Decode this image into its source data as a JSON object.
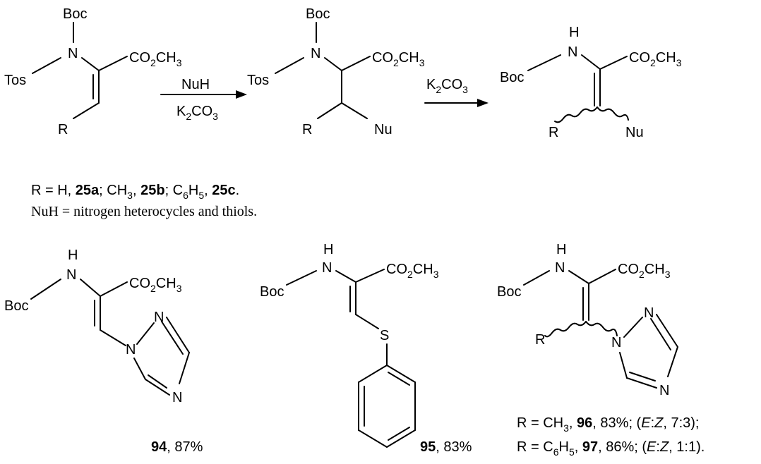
{
  "labels": {
    "boc": "Boc",
    "n": "N",
    "h": "H",
    "tos": "Tos",
    "r": "R",
    "nu": "Nu",
    "s": "S",
    "co2ch3": {
      "a": "CO",
      "s1": "2",
      "b": "CH",
      "s2": "3"
    },
    "k2co3": {
      "a": "K",
      "s1": "2",
      "b": "CO",
      "s2": "3"
    },
    "nuh": "NuH"
  },
  "scheme": {
    "arrow1_top": "NuH",
    "arrow2_top": "K2CO3"
  },
  "definitions": {
    "r_line": {
      "prefix": "R = H, ",
      "c1": "25a",
      "sep1": "; CH",
      "sub1": "3",
      "sep2": ", ",
      "c2": "25b",
      "sep3": "; C",
      "sub2": "6",
      "mid": "H",
      "sub3": "5",
      "sep4": ", ",
      "c3": "25c",
      "end": "."
    },
    "nuh_line": "NuH = nitrogen heterocycles and thiols."
  },
  "products": {
    "p94": {
      "num": "94",
      "yield": ", 87%"
    },
    "p95": {
      "num": "95",
      "yield": ", 83%"
    },
    "p96": {
      "line_pre": "R = CH",
      "sub": "3",
      "sep": ", ",
      "num": "96",
      "yield": ", 83%; (",
      "e": "E",
      "colon": ":",
      "z": "Z",
      "ratio": ", 7:3);"
    },
    "p97": {
      "line_pre": "R = C",
      "sub1": "6",
      "mid": "H",
      "sub2": "5",
      "sep": ", ",
      "num": "97",
      "yield": ", 86%; (",
      "e": "E",
      "colon": ":",
      "z": "Z",
      "ratio": ", 1:1)."
    }
  }
}
